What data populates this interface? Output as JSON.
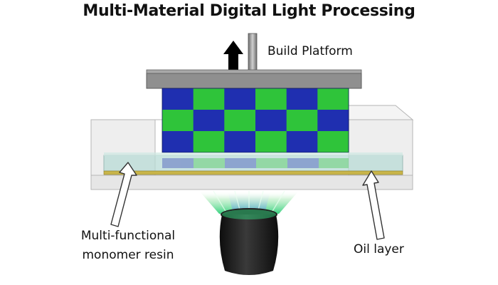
{
  "title": "Multi-Material Digital Light Processing",
  "labels": {
    "build_platform": "Build Platform",
    "resin_line1": "Multi-functional",
    "resin_line2": "monomer resin",
    "oil_layer": "Oil layer"
  },
  "colors": {
    "blue": "#1f2fb0",
    "green": "#2fc43a",
    "platform": "#8e8e8e",
    "vat": "#e4e4e4",
    "resin": "#b9dcd6",
    "oil": "#c9b54a",
    "lens": "#1a1a1a"
  },
  "checkerboard": {
    "rows": 3,
    "cols": 6,
    "pattern": [
      [
        "blue",
        "green",
        "blue",
        "green",
        "blue",
        "green"
      ],
      [
        "green",
        "blue",
        "green",
        "blue",
        "green",
        "blue"
      ],
      [
        "blue",
        "green",
        "blue",
        "green",
        "blue",
        "green"
      ]
    ]
  },
  "icons": [
    "up-arrow-icon",
    "pointer-arrow-icon"
  ]
}
